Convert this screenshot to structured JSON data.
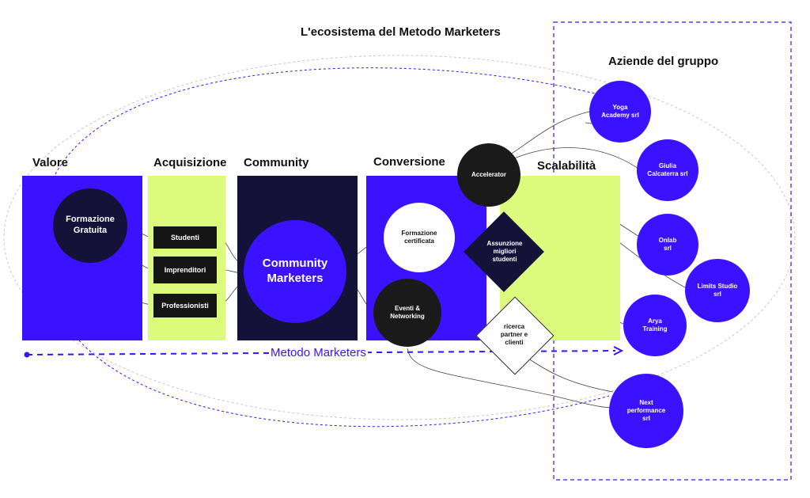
{
  "title": "L'ecosistema del Metodo Marketers",
  "group_title": "Aziende del gruppo",
  "columns": {
    "valore": "Valore",
    "acquisizione": "Acquisizione",
    "community": "Community",
    "conversione": "Conversione",
    "scalabilita": "Scalabilità"
  },
  "nodes": {
    "formazione_gratuita": "Formazione\nGratuita",
    "studenti": "Studenti",
    "imprenditori": "Imprenditori",
    "professionisti": "Professionisti",
    "community_marketers": "Community\nMarketers",
    "formazione_certificata": "Formazione\ncertificata",
    "eventi_networking": "Eventi &\nNetworking",
    "accelerator": "Accelerator",
    "assunzione": "Assunzione\nmigliori\nstudenti",
    "ricerca": "ricerca\npartner e\nclienti"
  },
  "companies": [
    "Yoga\nAcademy srl",
    "Giulia\nCalcaterra srl",
    "Onlab\nsrl",
    "Limits Studio\nsrl",
    "Arya\nTraining",
    "Next\nperformance\nsrl"
  ],
  "timeline_label": "Metodo Marketers",
  "colors": {
    "blue": "#3a12ff",
    "navy": "#15123a",
    "lime": "#dcfb7c",
    "dark": "#1a1a1a",
    "dash": "#3a12ff"
  }
}
